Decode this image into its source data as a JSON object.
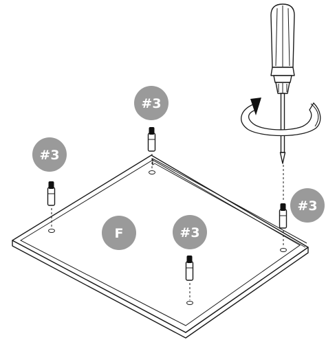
{
  "panel": {
    "label": "F"
  },
  "fittings": [
    {
      "label": "#3"
    },
    {
      "label": "#3"
    },
    {
      "label": "#3"
    },
    {
      "label": "#3"
    }
  ],
  "icons": [
    "screwdriver-icon",
    "rotate-arrow-icon",
    "dowel-icon"
  ],
  "colors": {
    "badge": "#9a9a9a",
    "line": "#1a1a1a",
    "background": "#ffffff"
  }
}
